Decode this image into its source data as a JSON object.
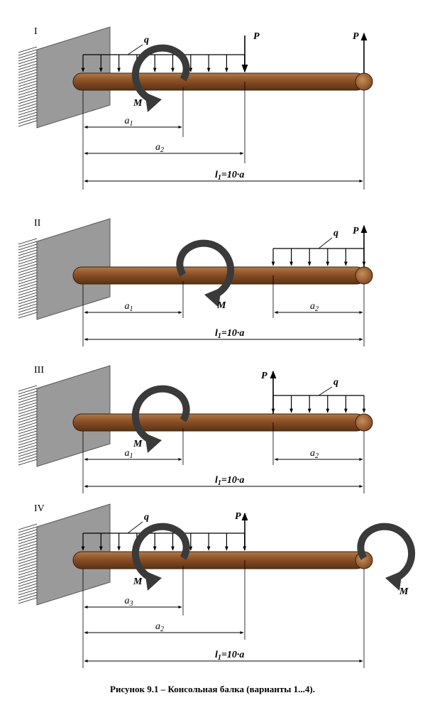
{
  "caption": "Рисунок 9.1 – Консольная балка (варианты 1...4).",
  "colors": {
    "beam": "#8a4f26",
    "beam_dark": "#5a3214",
    "wall": "#9a9a9a",
    "moment": "#3a3a3a"
  },
  "panels": [
    {
      "numeral": "I",
      "q_label": "q",
      "m_label": "M",
      "p1_label": "P",
      "p2_label": "P",
      "dims": [
        {
          "main": "a",
          "sub": "1"
        },
        {
          "main": "a",
          "sub": "2"
        },
        {
          "main": "l",
          "sub": "1",
          "suffix": "=10·a"
        }
      ]
    },
    {
      "numeral": "II",
      "q_label": "q",
      "m_label": "M",
      "p1_label": "P",
      "dims": [
        {
          "main": "a",
          "sub": "1"
        },
        {
          "main": "a",
          "sub": "2"
        },
        {
          "main": "l",
          "sub": "1",
          "suffix": "=10·a"
        }
      ]
    },
    {
      "numeral": "III",
      "q_label": "q",
      "m_label": "M",
      "p1_label": "P",
      "dims": [
        {
          "main": "a",
          "sub": "1"
        },
        {
          "main": "a",
          "sub": "2"
        },
        {
          "main": "l",
          "sub": "1",
          "suffix": "=10·a"
        }
      ]
    },
    {
      "numeral": "IV",
      "q_label": "q",
      "m_label": "M",
      "m2_label": "M",
      "p1_label": "P",
      "dims": [
        {
          "main": "a",
          "sub": "3"
        },
        {
          "main": "a",
          "sub": "2"
        },
        {
          "main": "l",
          "sub": "1",
          "suffix": "=10·a"
        }
      ]
    }
  ]
}
